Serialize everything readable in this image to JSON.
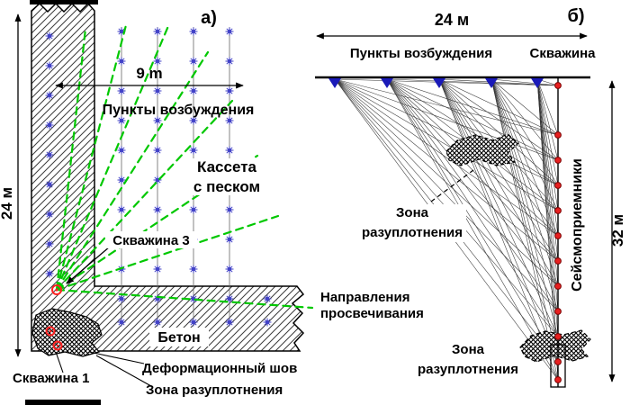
{
  "figure": {
    "panel_a_label": "а)",
    "panel_b_label": "б)"
  },
  "panel_a": {
    "dim_height": "24 м",
    "dim_width": "9 m",
    "excitation_points": "Пункты возбуждения",
    "cassette_line1": "Кассета",
    "cassette_line2": "с песком",
    "borehole3": "Скважина 3",
    "directions_line1": "Направления",
    "directions_line2": "просвечивания",
    "concrete": "Бетон",
    "deformation_joint": "Деформационный шов",
    "borehole1": "Скважина 1",
    "decompaction_zone": "Зона разуплотнения"
  },
  "panel_b": {
    "dim_width": "24 м",
    "excitation_points": "Пункты возбуждения",
    "borehole": "Скважина",
    "receivers_label": "Сейсмоприемники",
    "dim_depth": "32 м",
    "zone_upper_line1": "Зона",
    "zone_upper_line2": "разуплотнения",
    "zone_lower_line1": "Зона",
    "zone_lower_line2": "разуплотнения"
  },
  "colors": {
    "star": "#4343c8",
    "ray_green": "#00c800",
    "triangle": "#1a1ab8",
    "receiver": "#e82020",
    "red_marker": "#ff2222"
  }
}
